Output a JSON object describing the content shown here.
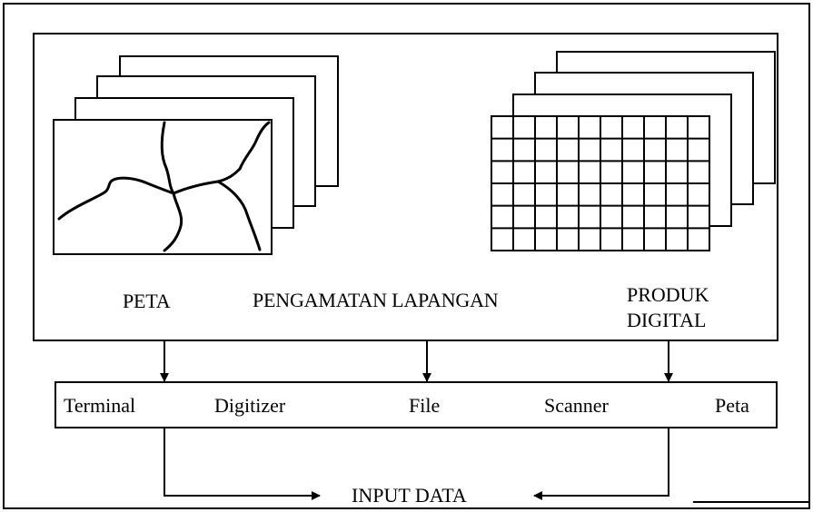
{
  "sources": {
    "peta": "PETA",
    "pengamatan": "PENGAMATAN LAPANGAN",
    "produk_line1": "PRODUK",
    "produk_line2": "DIGITAL"
  },
  "input_devices": [
    "Terminal",
    "Digitizer",
    "File",
    "Scanner",
    "Peta"
  ],
  "output_label": "INPUT DATA"
}
